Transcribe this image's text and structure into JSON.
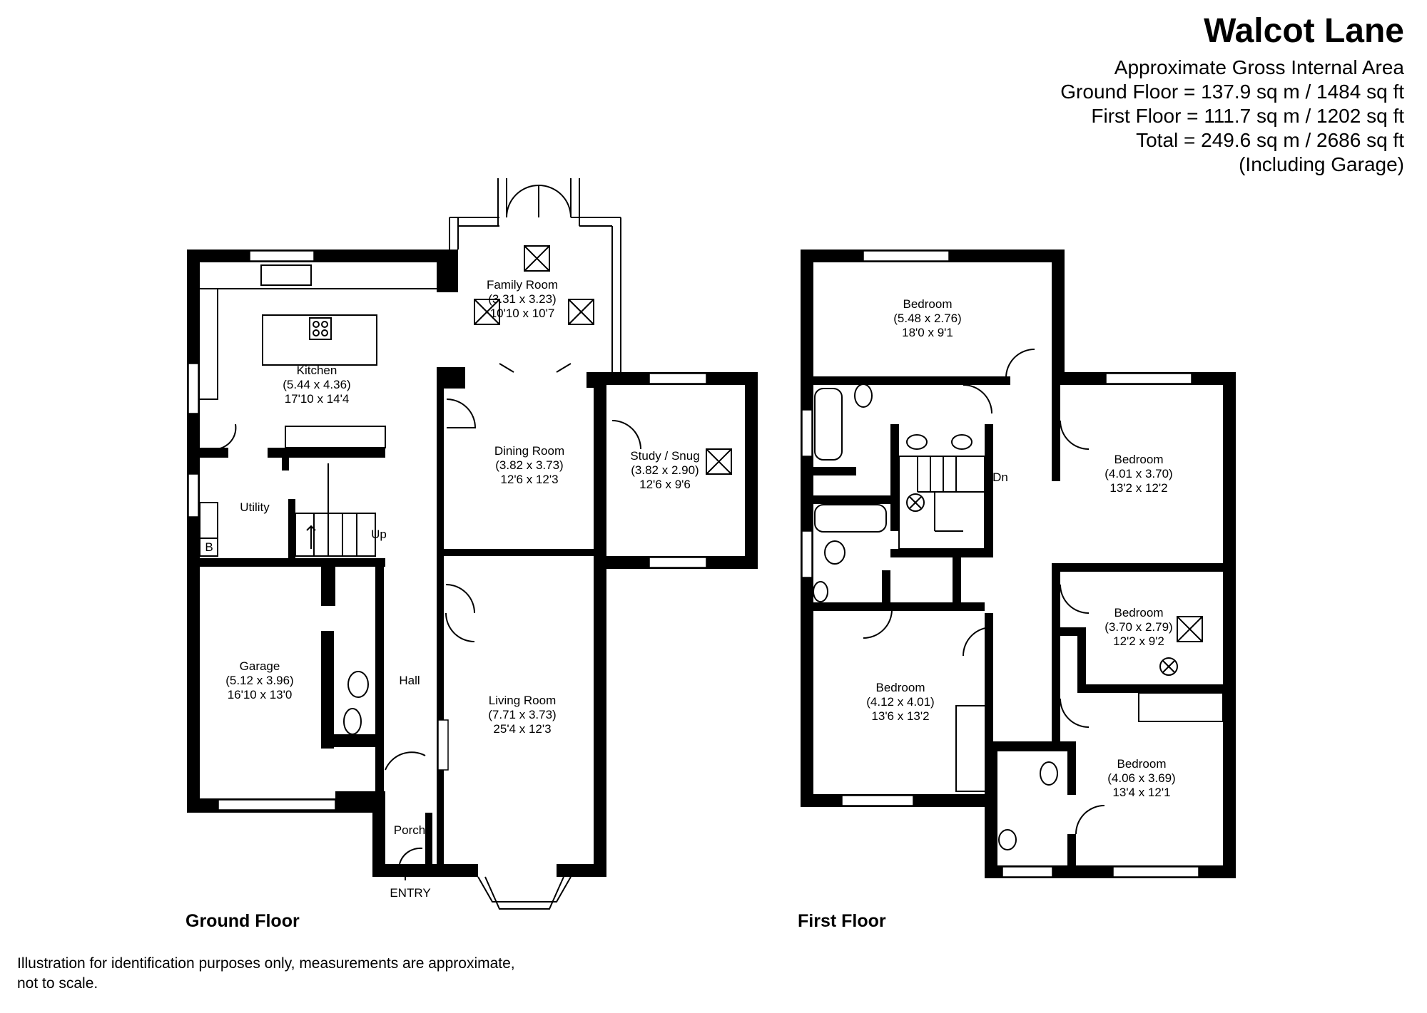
{
  "header": {
    "title": "Walcot Lane",
    "area_lines": [
      "Approximate Gross Internal Area",
      "Ground Floor = 137.9 sq m / 1484 sq ft",
      "First Floor = 111.7 sq m / 1202 sq ft",
      "Total = 249.6 sq m / 2686 sq ft",
      "(Including Garage)"
    ]
  },
  "ground_floor": {
    "label": "Ground Floor",
    "rooms": {
      "family_room": [
        "Family Room",
        "(3.31 x 3.23)",
        "10'10 x 10'7"
      ],
      "kitchen": [
        "Kitchen",
        "(5.44 x 4.36)",
        "17'10 x 14'4"
      ],
      "dining_room": [
        "Dining Room",
        "(3.82 x 3.73)",
        "12'6 x 12'3"
      ],
      "study": [
        "Study / Snug",
        "(3.82 x 2.90)",
        "12'6 x 9'6"
      ],
      "utility": [
        "Utility"
      ],
      "garage": [
        "Garage",
        "(5.12 x 3.96)",
        "16'10 x 13'0"
      ],
      "hall": [
        "Hall"
      ],
      "living_room": [
        "Living Room",
        "(7.71 x 3.73)",
        "25'4 x 12'3"
      ],
      "porch": [
        "Porch"
      ]
    },
    "stairs_label": "Up",
    "boiler_label": "B",
    "entry_label": "ENTRY"
  },
  "first_floor": {
    "label": "First Floor",
    "rooms": {
      "bedroom_1": [
        "Bedroom",
        "(5.48 x 2.76)",
        "18'0 x 9'1"
      ],
      "bedroom_2": [
        "Bedroom",
        "(4.01 x 3.70)",
        "13'2 x 12'2"
      ],
      "bedroom_3": [
        "Bedroom",
        "(3.70 x 2.79)",
        "12'2 x 9'2"
      ],
      "bedroom_4": [
        "Bedroom",
        "(4.12 x 4.01)",
        "13'6 x 13'2"
      ],
      "bedroom_5": [
        "Bedroom",
        "(4.06 x 3.69)",
        "13'4 x 12'1"
      ]
    },
    "stairs_label": "Dn"
  },
  "disclaimer": [
    "Illustration for identification purposes only, measurements are approximate,",
    "not to scale."
  ]
}
